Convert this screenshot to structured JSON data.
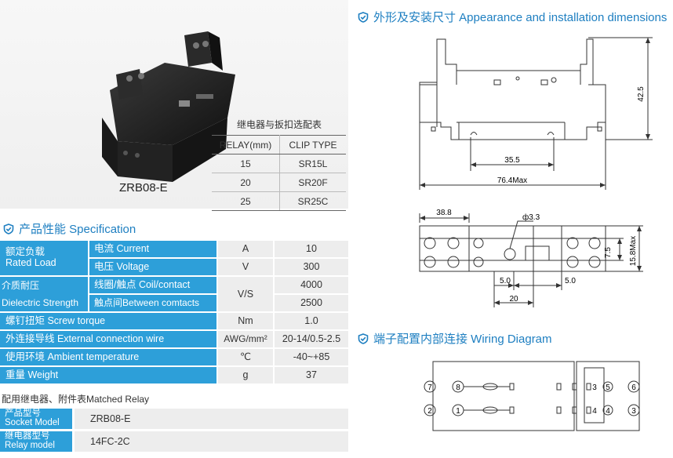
{
  "product": {
    "model": "ZRB08-E"
  },
  "clip_table": {
    "caption": "继电器与扳扣选配表",
    "headers": [
      "RELAY(mm)",
      "CLIP TYPE"
    ],
    "rows": [
      [
        "15",
        "SR15L"
      ],
      [
        "20",
        "SR20F"
      ],
      [
        "25",
        "SR25C"
      ]
    ]
  },
  "spec_section": {
    "title": "产品性能 Specification",
    "rated_load_label": [
      "额定负载",
      "Rated Load"
    ],
    "current_label": "电流 Current",
    "current_unit": "A",
    "current_value": "10",
    "voltage_label": "电压 Voltage",
    "voltage_unit": "V",
    "voltage_value": "300",
    "dielectric_label": [
      "介质耐压",
      "Dielectric Strength"
    ],
    "coil_contact_label": "线圈/触点 Coil/contact",
    "between_contacts_label": "触点间Between comtacts",
    "dielectric_unit": "V/S",
    "coil_contact_value": "4000",
    "between_contacts_value": "2500",
    "screw_torque_label": "螺钉扭矩 Screw torque",
    "screw_torque_unit": "Nm",
    "screw_torque_value": "1.0",
    "ext_wire_label": "外连接导线 External connection wire",
    "ext_wire_unit": "AWG/mm²",
    "ext_wire_value": "20-14/0.5-2.5",
    "ambient_label": "使用环境 Ambient temperature",
    "ambient_unit": "℃",
    "ambient_value": "-40~+85",
    "weight_label": "重量 Weight",
    "weight_unit": "g",
    "weight_value": "37"
  },
  "matched": {
    "caption": "配用继电器、附件表Matched Relay",
    "socket_model_label": [
      "产品型号",
      "Socket Model"
    ],
    "socket_model_value": "ZRB08-E",
    "relay_model_label": [
      "继电器型号",
      "Relay model"
    ],
    "relay_model_value": "14FC-2C"
  },
  "dimensions": {
    "title": "外形及安装尺寸 Appearance and installation dimensions",
    "height": "42.5",
    "pitch": "35.5",
    "length": "76.4Max",
    "top_length": "38.8",
    "hole": "ф3.3",
    "width_a": "7.5",
    "width_max": "15.8Max",
    "spacing_a": "5.0",
    "spacing_b": "5.0",
    "spacing_c": "20"
  },
  "wiring": {
    "title": "端子配置内部连接 Wiring Diagram",
    "left_top": "7",
    "left_bottom": "2",
    "coil_top": "8",
    "coil_bottom": "1",
    "right_top": [
      "3",
      "5",
      "6"
    ],
    "right_bottom": [
      "4",
      "4",
      "3"
    ]
  },
  "colors": {
    "accent": "#1e7fc1",
    "label_bg": "#2d9fd9",
    "value_bg": "#ededed"
  },
  "icons": [
    "shield-check-icon"
  ]
}
